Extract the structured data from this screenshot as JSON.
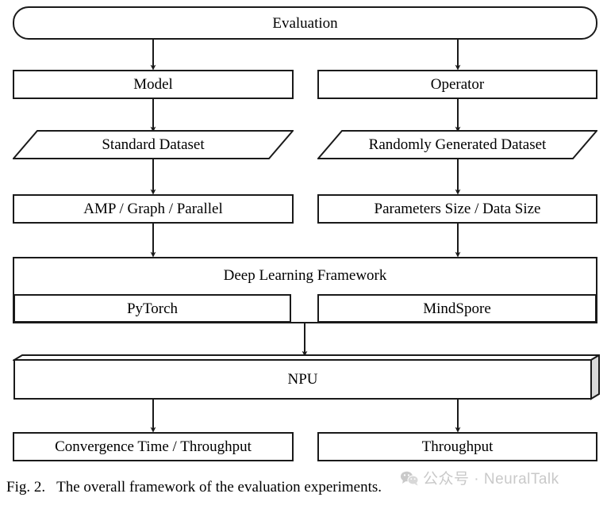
{
  "figure": {
    "caption_number": "Fig. 2.",
    "caption_text": "The overall framework of the evaluation experiments."
  },
  "diagram": {
    "title": "Evaluation framework flowchart",
    "root": {
      "label": "Evaluation",
      "shape": "rounded-rectangle"
    },
    "branches": [
      {
        "name": "model-branch",
        "nodes": [
          {
            "label": "Model",
            "shape": "rectangle"
          },
          {
            "label": "Standard Dataset",
            "shape": "parallelogram"
          },
          {
            "label": "AMP / Graph / Parallel",
            "shape": "rectangle"
          },
          {
            "label": "PyTorch",
            "shape": "rectangle"
          },
          {
            "label": "Convergence Time / Throughput",
            "shape": "rectangle"
          }
        ]
      },
      {
        "name": "operator-branch",
        "nodes": [
          {
            "label": "Operator",
            "shape": "rectangle"
          },
          {
            "label": "Randomly Generated Dataset",
            "shape": "parallelogram"
          },
          {
            "label": "Parameters Size / Data Size",
            "shape": "rectangle"
          },
          {
            "label": "MindSpore",
            "shape": "rectangle"
          },
          {
            "label": "Throughput",
            "shape": "rectangle"
          }
        ]
      }
    ],
    "framework": {
      "label": "Deep Learning Framework",
      "shape": "rectangle"
    },
    "hardware": {
      "label": "NPU",
      "shape": "3d-box"
    }
  },
  "watermark": {
    "icon": "wechat-icon",
    "text": "公众号 · NeuralTalk"
  },
  "colors": {
    "stroke": "#1a1a1a",
    "fill": "#ffffff",
    "box3d_side": "#d9d9d9",
    "watermark": "#c9c9c9"
  }
}
